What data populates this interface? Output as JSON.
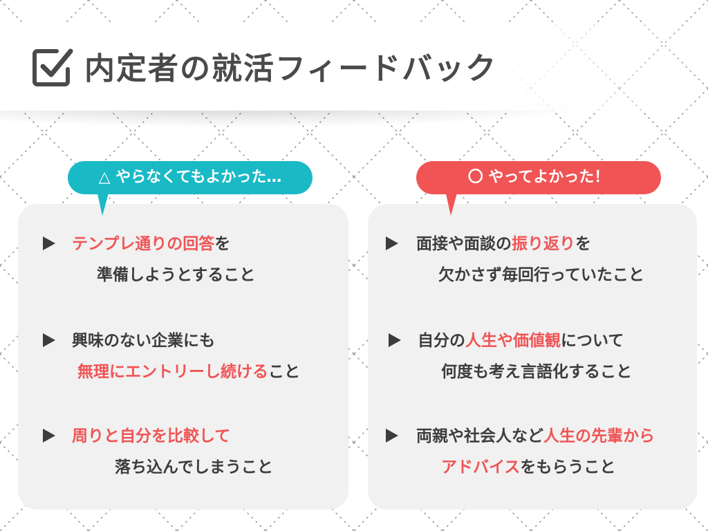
{
  "title": "内定者の就活フィードバック",
  "icons": {
    "title": "checkbox-icon",
    "item": "triangle-right-icon"
  },
  "colors": {
    "teal": "#1ab9c6",
    "red": "#f05455",
    "text": "#3c3c3c",
    "card": "#f1f1f1"
  },
  "left": {
    "label": "△ やらなくてもよかった…",
    "items": [
      {
        "line1": [
          {
            "t": "テンプレ通りの回答",
            "hl": true
          },
          {
            "t": "を",
            "hl": false
          }
        ],
        "line2": [
          {
            "t": "準備しようとすること",
            "hl": false
          }
        ]
      },
      {
        "line1": [
          {
            "t": "興味のない企業にも",
            "hl": false
          }
        ],
        "line2": [
          {
            "t": "無理にエントリーし続ける",
            "hl": true
          },
          {
            "t": "こと",
            "hl": false
          }
        ]
      },
      {
        "line1": [
          {
            "t": "周りと自分を比較して",
            "hl": true
          }
        ],
        "line2": [
          {
            "t": "落ち込んでしまうこと",
            "hl": false
          }
        ]
      }
    ]
  },
  "right": {
    "label": "〇 やってよかった！",
    "items": [
      {
        "line1": [
          {
            "t": "面接や面談の",
            "hl": false
          },
          {
            "t": "振り返り",
            "hl": true
          },
          {
            "t": "を",
            "hl": false
          }
        ],
        "line2": [
          {
            "t": "欠かさず毎回行っていたこと",
            "hl": false
          }
        ]
      },
      {
        "line1": [
          {
            "t": "自分の",
            "hl": false
          },
          {
            "t": "人生や価値観",
            "hl": true
          },
          {
            "t": "について",
            "hl": false
          }
        ],
        "line2": [
          {
            "t": "何度も考え言語化すること",
            "hl": false
          }
        ]
      },
      {
        "line1": [
          {
            "t": "両親や社会人など",
            "hl": false
          },
          {
            "t": "人生の先輩から",
            "hl": true
          }
        ],
        "line2": [
          {
            "t": "アドバイス",
            "hl": true
          },
          {
            "t": "をもらうこと",
            "hl": false
          }
        ]
      }
    ]
  }
}
